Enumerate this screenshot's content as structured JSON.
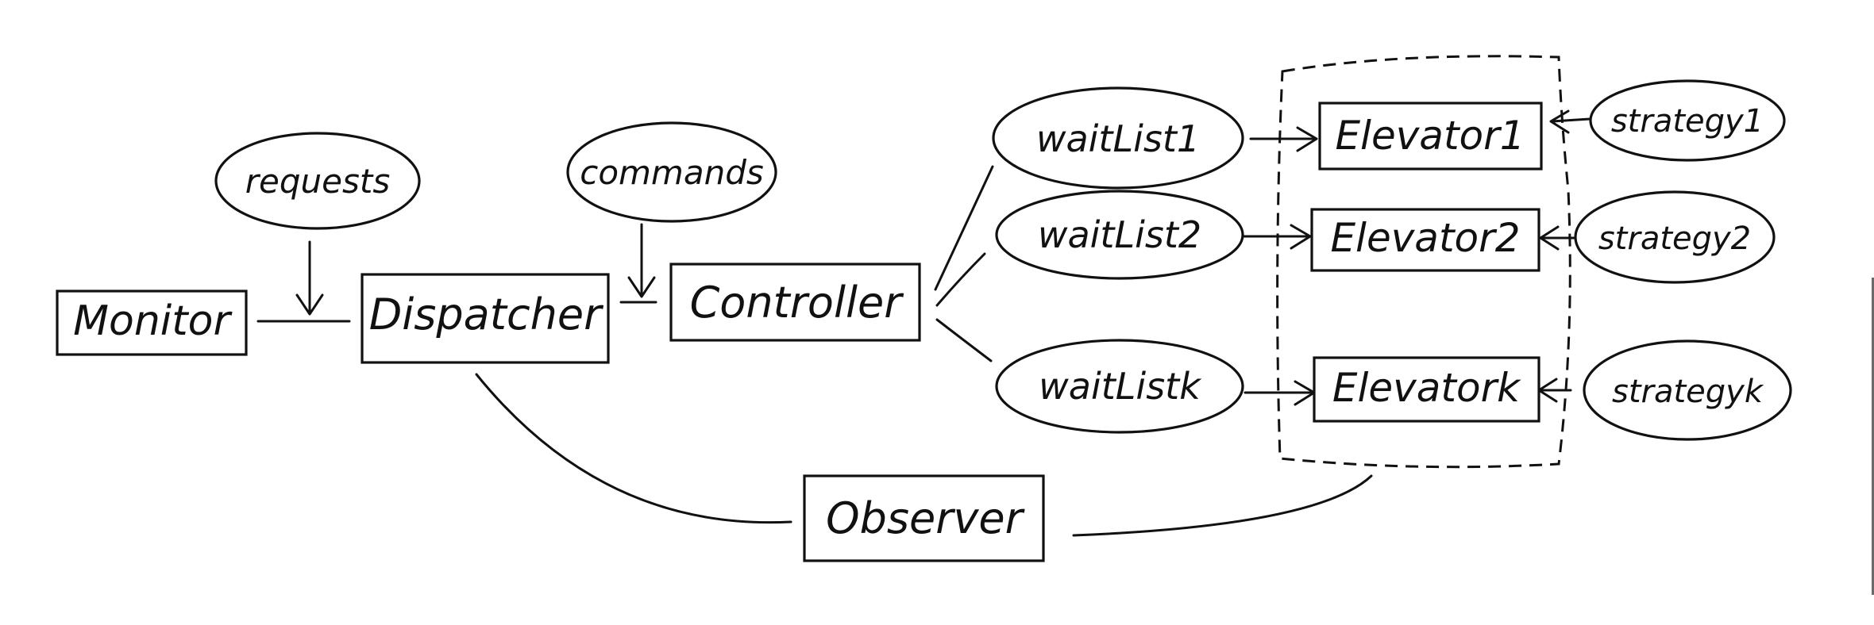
{
  "nodes": {
    "monitor": "Monitor",
    "requests": "requests",
    "dispatcher": "Dispatcher",
    "commands": "commands",
    "controller": "Controller",
    "observer": "Observer",
    "wait_list_1": "waitList1",
    "wait_list_2": "waitList2",
    "wait_list_k": "waitListk",
    "elevator_1": "Elevator1",
    "elevator_2": "Elevator2",
    "elevator_k": "Elevatork",
    "strategy_1": "strategy1",
    "strategy_2": "strategy2",
    "strategy_k": "strategyk"
  },
  "colors": {
    "ink": "#111111",
    "background": "#ffffff"
  }
}
